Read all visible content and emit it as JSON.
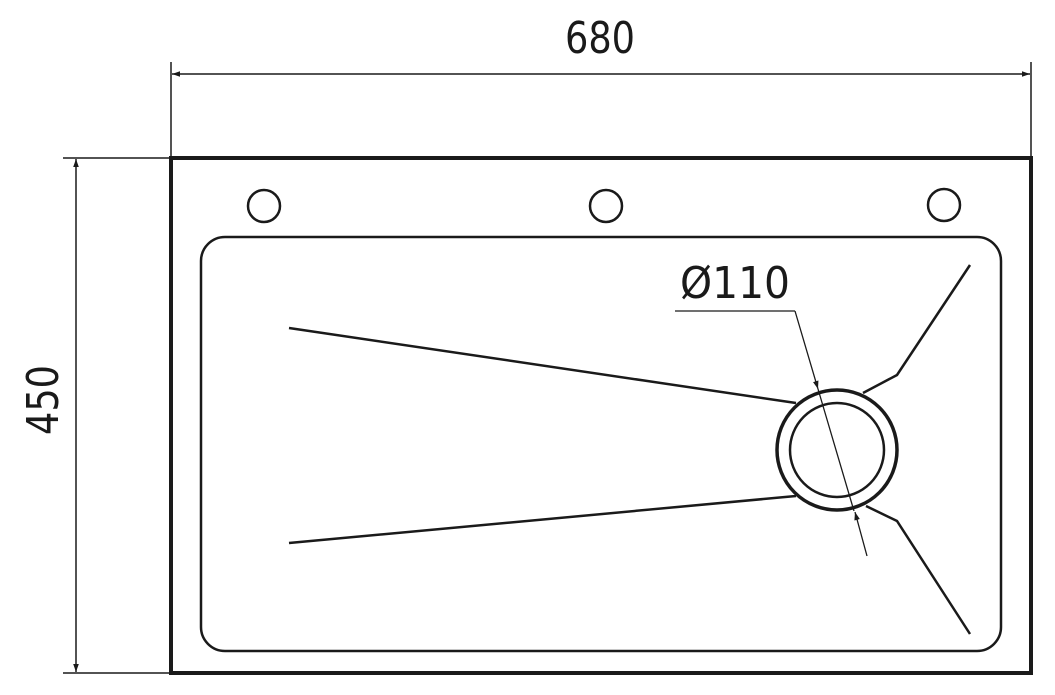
{
  "drawing": {
    "subject": "sink",
    "width_label": "680",
    "height_label": "450",
    "drain_label": "Ø110",
    "line_color": "#1a1a1a",
    "background": "#ffffff"
  }
}
